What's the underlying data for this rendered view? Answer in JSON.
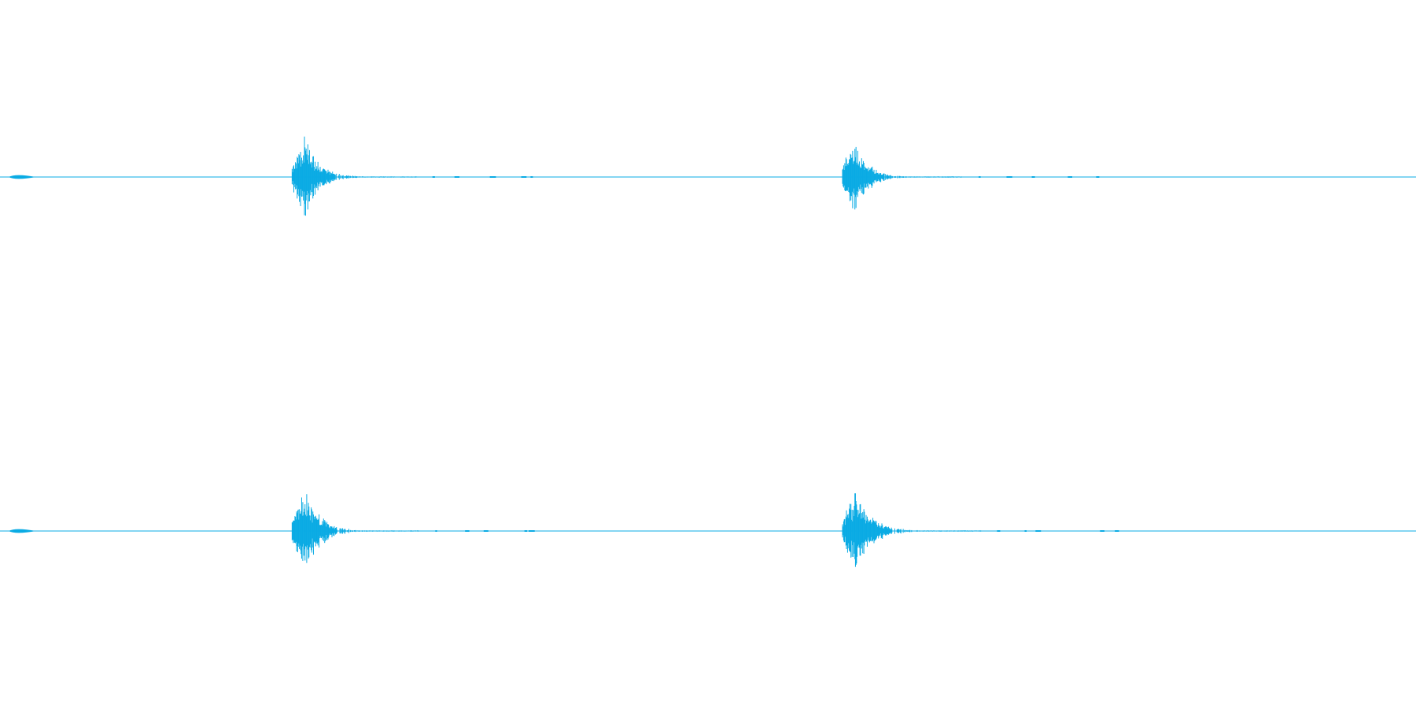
{
  "waveform": {
    "color": "#0aabe4",
    "background": "#ffffff",
    "channels": [
      {
        "name": "channel-1",
        "events": [
          {
            "t": 0.0061,
            "width": 0.0193,
            "amp": 0.06,
            "kind": "blip"
          },
          {
            "t": 0.2063,
            "width": 0.088,
            "amp": 0.62,
            "kind": "transient"
          },
          {
            "t": 0.595,
            "width": 0.085,
            "amp": 0.58,
            "kind": "transient"
          }
        ]
      },
      {
        "name": "channel-2",
        "events": [
          {
            "t": 0.0061,
            "width": 0.0193,
            "amp": 0.06,
            "kind": "blip"
          },
          {
            "t": 0.2063,
            "width": 0.09,
            "amp": 0.66,
            "kind": "transient"
          },
          {
            "t": 0.595,
            "width": 0.098,
            "amp": 0.62,
            "kind": "transient"
          }
        ]
      }
    ]
  }
}
